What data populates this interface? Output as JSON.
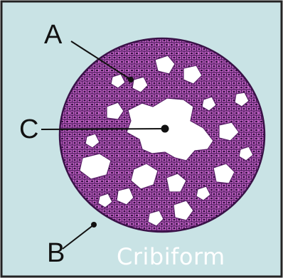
{
  "labels": {
    "a": "A",
    "b": "B",
    "c": "C"
  },
  "caption": "Cribiform",
  "colors": {
    "background": "#c9e3e5",
    "cell_fill": "#bf5cc2",
    "cell_outline": "#4a1a5a",
    "nucleus": "#2e0f3c",
    "lumen": "#ffffff",
    "border": "#222222"
  }
}
